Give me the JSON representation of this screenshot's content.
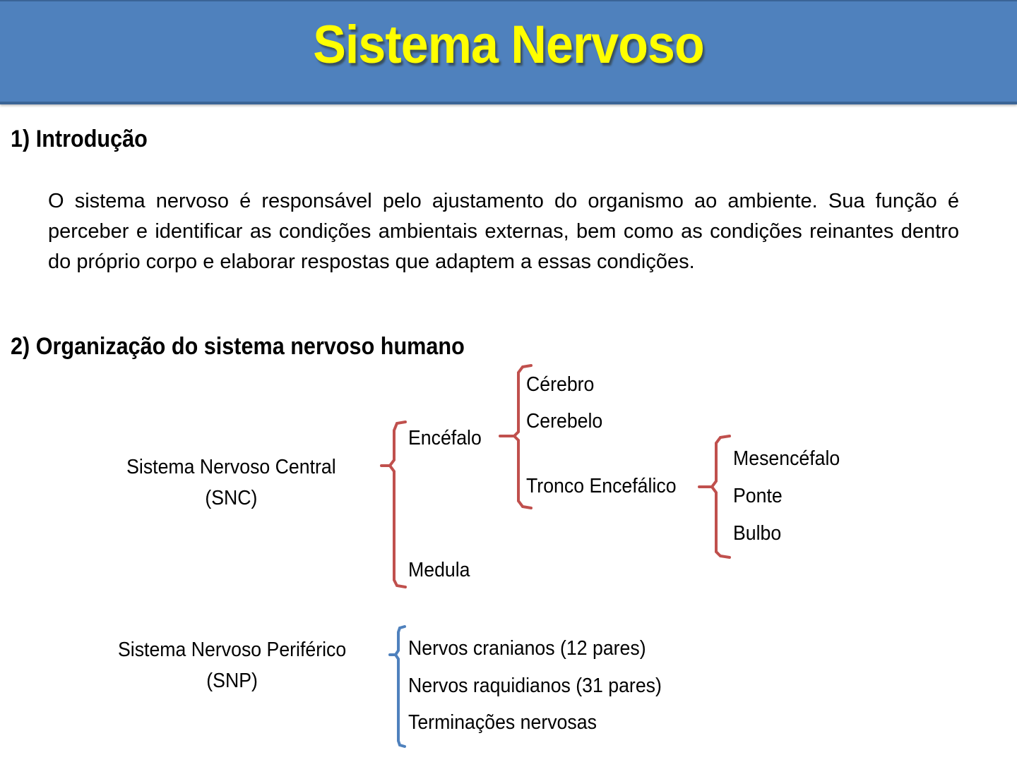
{
  "slide": {
    "title": "Sistema Nervoso",
    "colors": {
      "banner": "#4f81bd",
      "title": "#ffff00",
      "snc_bracket": "#c0504d",
      "snp_bracket": "#4f81bd"
    }
  },
  "section1": {
    "heading": "1) Introdução",
    "paragraph": "O sistema nervoso é responsável pelo ajustamento do organismo ao ambiente. Sua função é perceber e identificar as condições ambientais externas, bem como as condições reinantes dentro do próprio corpo e elaborar respostas que adaptem a essas condições."
  },
  "section2": {
    "heading": "2) Organização do sistema nervoso humano",
    "snc": {
      "label": "Sistema Nervoso Central",
      "abbr": "(SNC)",
      "encefalo": {
        "label": "Encéfalo",
        "children": [
          "Cérebro",
          "Cerebelo",
          "Tronco Encefálico"
        ],
        "tronco_children": [
          "Mesencéfalo",
          "Ponte",
          "Bulbo"
        ]
      },
      "medula": "Medula"
    },
    "snp": {
      "label": "Sistema Nervoso Periférico",
      "abbr": "(SNP)",
      "children": [
        "Nervos cranianos (12 pares)",
        "Nervos raquidianos (31 pares)",
        "Terminações nervosas"
      ]
    }
  }
}
